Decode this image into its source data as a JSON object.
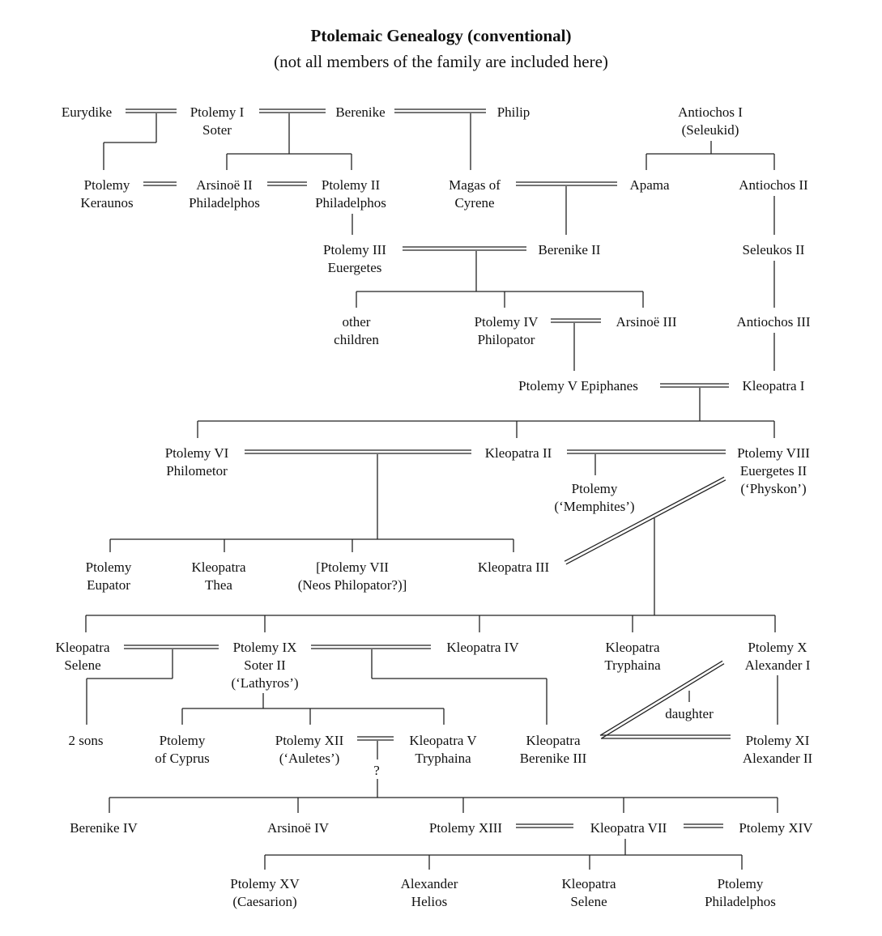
{
  "title": "Ptolemaic Genealogy (conventional)",
  "subtitle": "(not all members of the family are included here)",
  "people": {
    "eurydike": [
      "Eurydike"
    ],
    "ptolemy1": [
      "Ptolemy I",
      "Soter"
    ],
    "berenike1": [
      "Berenike"
    ],
    "philip": [
      "Philip"
    ],
    "antiochos1": [
      "Antiochos I",
      "(Seleukid)"
    ],
    "keraunos": [
      "Ptolemy",
      "Keraunos"
    ],
    "arsinoe2": [
      "Arsinoë II",
      "Philadelphos"
    ],
    "ptolemy2": [
      "Ptolemy II",
      "Philadelphos"
    ],
    "magas": [
      "Magas of",
      "Cyrene"
    ],
    "apama": [
      "Apama"
    ],
    "antiochos2": [
      "Antiochos II"
    ],
    "ptolemy3": [
      "Ptolemy III",
      "Euergetes"
    ],
    "berenike2": [
      "Berenike II"
    ],
    "seleukos2": [
      "Seleukos II"
    ],
    "other_children": [
      "other",
      "children"
    ],
    "ptolemy4": [
      "Ptolemy IV",
      "Philopator"
    ],
    "arsinoe3": [
      "Arsinoë III"
    ],
    "antiochos3": [
      "Antiochos III"
    ],
    "ptolemy5": [
      "Ptolemy V Epiphanes"
    ],
    "kleopatra1": [
      "Kleopatra I"
    ],
    "ptolemy6": [
      "Ptolemy VI",
      "Philometor"
    ],
    "kleopatra2": [
      "Kleopatra II"
    ],
    "ptolemy8": [
      "Ptolemy VIII",
      "Euergetes II",
      "(‘Physkon’)"
    ],
    "memphites": [
      "Ptolemy",
      "(‘Memphites’)"
    ],
    "eupator": [
      "Ptolemy",
      "Eupator"
    ],
    "k_thea": [
      "Kleopatra",
      "Thea"
    ],
    "ptolemy7": [
      "[Ptolemy VII",
      "(Neos Philopator?)]"
    ],
    "kleopatra3": [
      "Kleopatra III"
    ],
    "k_selene_elder": [
      "Kleopatra",
      "Selene"
    ],
    "ptolemy9": [
      "Ptolemy IX",
      "Soter II",
      "(‘Lathyros’)"
    ],
    "kleopatra4": [
      "Kleopatra IV"
    ],
    "k_tryphaina": [
      "Kleopatra",
      "Tryphaina"
    ],
    "ptolemy10": [
      "Ptolemy X",
      "Alexander I"
    ],
    "daughter": [
      "daughter"
    ],
    "two_sons": [
      "2 sons"
    ],
    "ptolemy_cyprus": [
      "Ptolemy",
      "of Cyprus"
    ],
    "ptolemy12": [
      "Ptolemy XII",
      "(‘Auletes’)"
    ],
    "kleopatra5": [
      "Kleopatra V",
      "Tryphaina"
    ],
    "k_berenike3": [
      "Kleopatra",
      "Berenike III"
    ],
    "ptolemy11": [
      "Ptolemy XI",
      "Alexander II"
    ],
    "question": [
      "?"
    ],
    "berenike4": [
      "Berenike IV"
    ],
    "arsinoe4": [
      "Arsinoë IV"
    ],
    "ptolemy13": [
      "Ptolemy XIII"
    ],
    "kleopatra7": [
      "Kleopatra VII"
    ],
    "ptolemy14": [
      "Ptolemy XIV"
    ],
    "ptolemy15": [
      "Ptolemy XV",
      "(Caesarion)"
    ],
    "alex_helios": [
      "Alexander",
      "Helios"
    ],
    "k_selene": [
      "Kleopatra",
      "Selene"
    ],
    "ptolemy_philadelphos": [
      "Ptolemy",
      "Philadelphos"
    ]
  },
  "line_color": "#222222"
}
